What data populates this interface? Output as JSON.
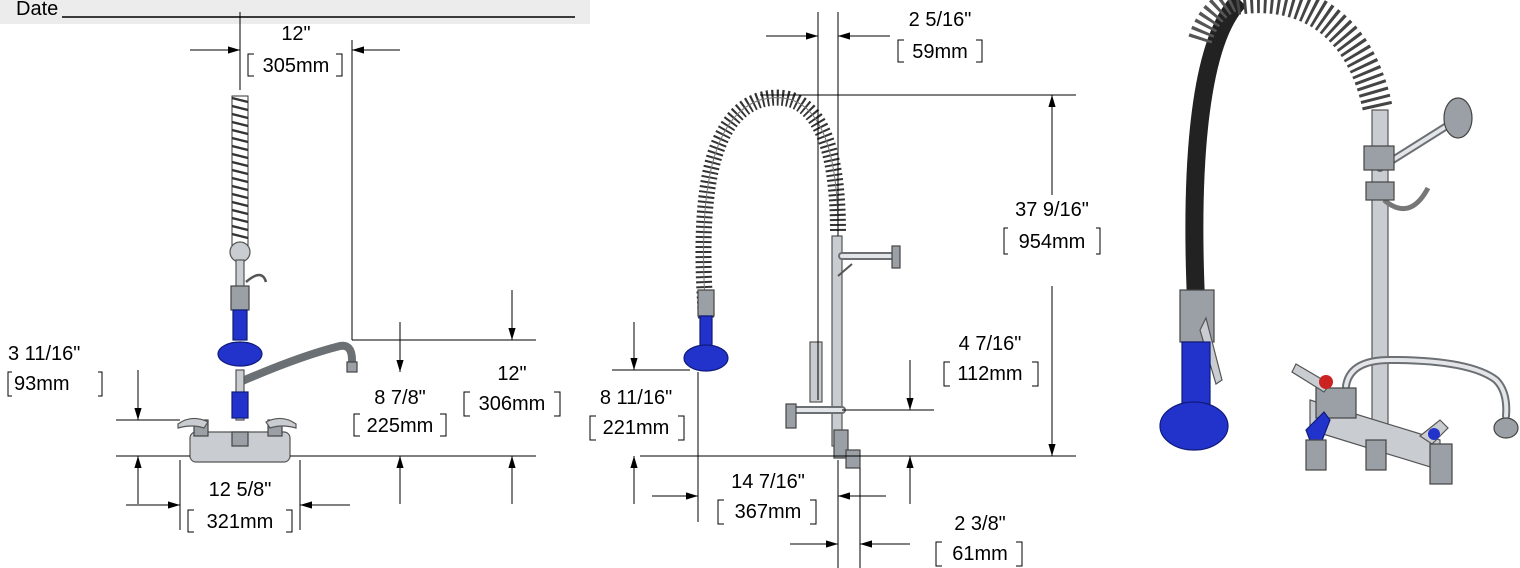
{
  "header": {
    "date_label": "Date"
  },
  "front_view": {
    "width_top": {
      "in": "12\"",
      "mm": "305mm"
    },
    "height_left": {
      "in": "3 11/16\"",
      "mm": "93mm"
    },
    "height_mid": {
      "in": "8 7/8\"",
      "mm": "225mm"
    },
    "height_right": {
      "in": "12\"",
      "mm": "306mm"
    },
    "centers": {
      "in": "12 5/8\"",
      "mm": "321mm"
    }
  },
  "side_view": {
    "offset_top": {
      "in": "2 5/16\"",
      "mm": "59mm"
    },
    "overall_height": {
      "in": "37 9/16\"",
      "mm": "954mm"
    },
    "valve_height": {
      "in": "4 7/16\"",
      "mm": "112mm"
    },
    "head_height": {
      "in": "8 11/16\"",
      "mm": "221mm"
    },
    "reach": {
      "in": "14 7/16\"",
      "mm": "367mm"
    },
    "wall_offset": {
      "in": "2 3/8\"",
      "mm": "61mm"
    }
  },
  "colors": {
    "handle_blue": "#2233cc",
    "handle_red": "#cc2222",
    "metal": "#c9ccd0"
  }
}
